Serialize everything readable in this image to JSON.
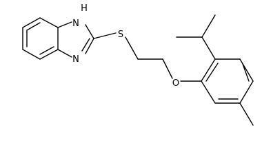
{
  "molecule": {
    "atoms": {
      "nh": "N",
      "nh_h": "H",
      "n": "N",
      "s": "S",
      "o": "O"
    }
  }
}
